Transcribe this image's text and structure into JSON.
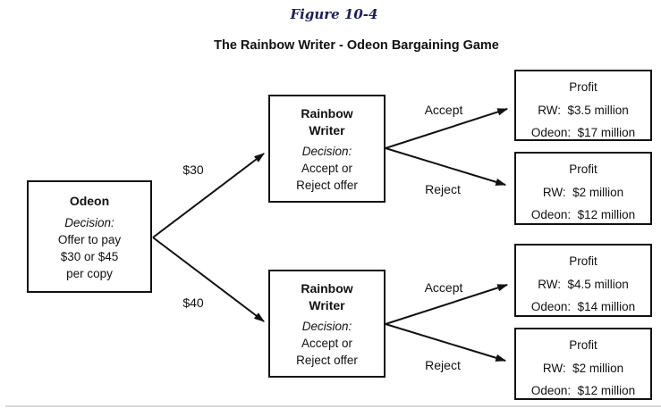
{
  "colors": {
    "ink": "#111111",
    "figure_label_color": "#1e1e55",
    "background": "#ffffff"
  },
  "header": {
    "figure_label": "Figure 10-4",
    "title": "The Rainbow Writer - Odeon Bargaining Game"
  },
  "odeon_node": {
    "title": "Odeon",
    "decision": "Decision:",
    "line1": "Offer to pay",
    "line2": "$30 or $45",
    "line3": "per copy"
  },
  "rw_node": {
    "title_line1": "Rainbow",
    "title_line2": "Writer",
    "decision": "Decision:",
    "line1": "Accept or",
    "line2": "Reject offer"
  },
  "branches": {
    "top_offer": "$30",
    "bottom_offer": "$40",
    "top_accept": "Accept",
    "top_reject": "Reject",
    "bottom_accept": "Accept",
    "bottom_reject": "Reject"
  },
  "payoffs": [
    {
      "title": "Profit",
      "rw": "RW:  $3.5 million",
      "odeon": "Odeon:  $17 million"
    },
    {
      "title": "Profit",
      "rw": "RW:  $2 million",
      "odeon": "Odeon:  $12 million"
    },
    {
      "title": "Profit",
      "rw": "RW:  $4.5 million",
      "odeon": "Odeon:  $14 million"
    },
    {
      "title": "Profit",
      "rw": "RW:  $2 million",
      "odeon": "Odeon:  $12 million"
    }
  ]
}
